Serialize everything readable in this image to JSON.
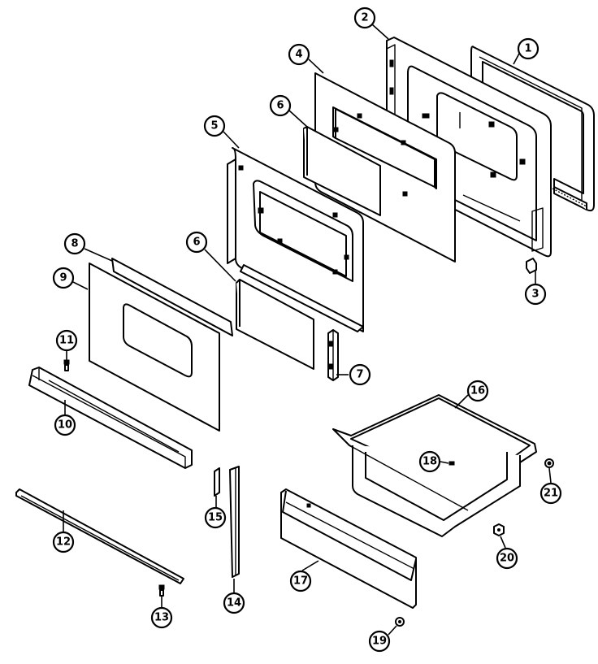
{
  "diagram": {
    "callouts": [
      {
        "id": "c1",
        "label": "1"
      },
      {
        "id": "c2",
        "label": "2"
      },
      {
        "id": "c3",
        "label": "3"
      },
      {
        "id": "c4",
        "label": "4"
      },
      {
        "id": "c5",
        "label": "5"
      },
      {
        "id": "c6a",
        "label": "6"
      },
      {
        "id": "c6b",
        "label": "6"
      },
      {
        "id": "c7",
        "label": "7"
      },
      {
        "id": "c8",
        "label": "8"
      },
      {
        "id": "c9",
        "label": "9"
      },
      {
        "id": "c10",
        "label": "10"
      },
      {
        "id": "c11",
        "label": "11"
      },
      {
        "id": "c12",
        "label": "12"
      },
      {
        "id": "c13",
        "label": "13"
      },
      {
        "id": "c14",
        "label": "14"
      },
      {
        "id": "c15",
        "label": "15"
      },
      {
        "id": "c16",
        "label": "16"
      },
      {
        "id": "c17",
        "label": "17"
      },
      {
        "id": "c18",
        "label": "18"
      },
      {
        "id": "c19",
        "label": "19"
      },
      {
        "id": "c20",
        "label": "20"
      },
      {
        "id": "c21",
        "label": "21"
      }
    ]
  }
}
